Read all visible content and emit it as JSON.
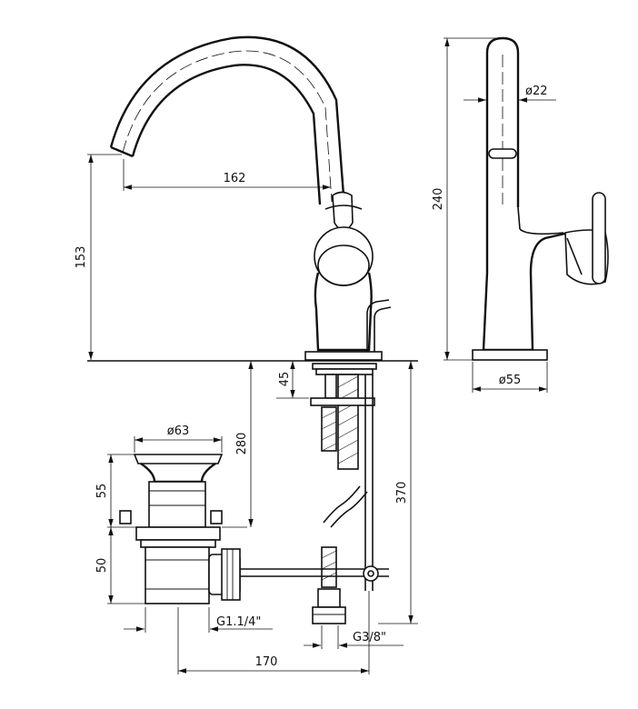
{
  "dimensions": {
    "reach": "162",
    "spout_height": "153",
    "total_height": "240",
    "spout_diameter": "ø22",
    "base_diameter": "ø55",
    "deck_thickness": "45",
    "below_deck": "280",
    "hose_length": "370",
    "waste_diameter": "ø63",
    "waste_upper": "55",
    "waste_lower": "50",
    "waste_thread": "G1.1/4\"",
    "supply_thread": "G3/8\"",
    "waste_to_rod": "170"
  }
}
